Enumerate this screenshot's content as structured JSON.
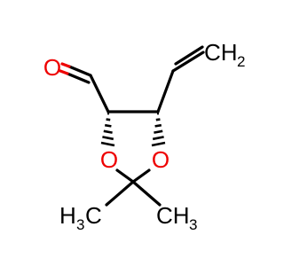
{
  "molecule": {
    "colors": {
      "bond": "#000000",
      "oxygen": "#ee0000",
      "carbon_label": "#000000"
    },
    "labels": {
      "aldehyde_o": "O",
      "ring_o_left": "O",
      "ring_o_right": "O",
      "vinyl_ch2": {
        "main": "CH",
        "sub": "2"
      },
      "methyl_left": {
        "pre": "H",
        "sub": "3",
        "post": "C"
      },
      "methyl_right": {
        "main": "CH",
        "sub": "3"
      }
    }
  }
}
